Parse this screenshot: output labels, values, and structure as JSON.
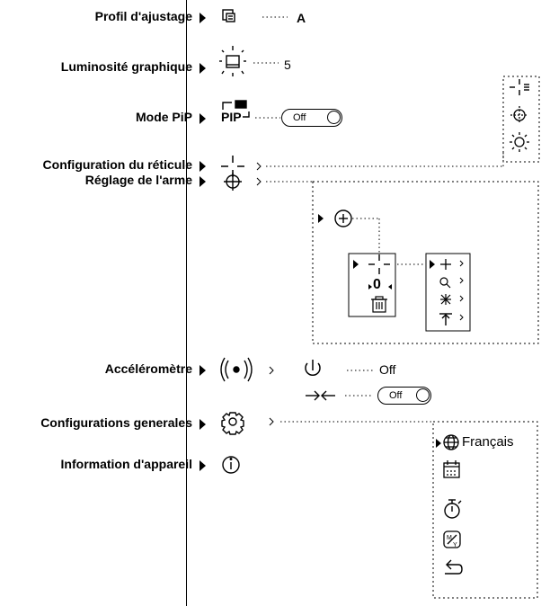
{
  "menu": {
    "items": [
      {
        "label": "Profil d'ajustage",
        "icon": "profile-icon"
      },
      {
        "label": "Luminosité graphique",
        "icon": "brightness-icon"
      },
      {
        "label": "Mode PiP",
        "icon": "pip-icon"
      },
      {
        "label": "Configuration du réticule",
        "icon": "reticle-icon"
      },
      {
        "label": "Réglage de l'arme",
        "icon": "crosshair-target-icon"
      },
      {
        "label": "Accéléromètre",
        "icon": "accelerometer-icon"
      },
      {
        "label": "Configurations generales",
        "icon": "gear-icon"
      },
      {
        "label": "Information d'appareil",
        "icon": "info-icon"
      }
    ]
  },
  "values": {
    "profile": "A",
    "brightness": "5",
    "pip_toggle": "Off",
    "power_state": "Off",
    "tilt_toggle": "Off",
    "language": "Français",
    "pip_icon_text": "PIP",
    "zero_marker": "0"
  }
}
